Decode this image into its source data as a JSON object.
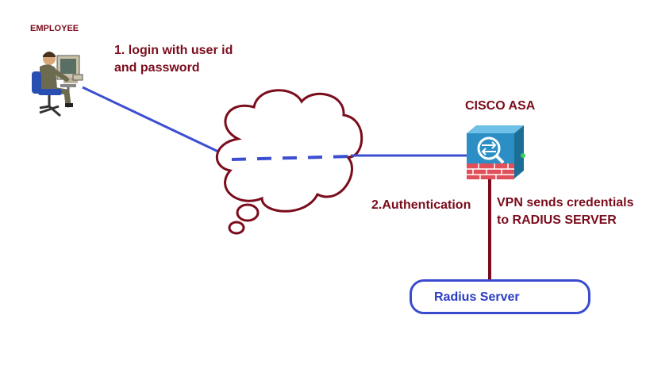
{
  "employee": {
    "label": "EMPLOYEE",
    "icon": "user-at-computer-icon"
  },
  "step1": {
    "line1": "1. login with user id",
    "line2": "and password"
  },
  "internet": {
    "icon": "cloud-icon"
  },
  "asa": {
    "label": "CISCO ASA",
    "icon": "cisco-asa-firewall-icon"
  },
  "step2": {
    "label": "2.Authentication"
  },
  "vpn_note": {
    "line1": "VPN sends credentials",
    "line2": "to RADIUS SERVER"
  },
  "radius": {
    "label": "Radius Server"
  },
  "colors": {
    "link_blue": "#3d4fd1",
    "text_maroon": "#7b0c1c",
    "server_link": "#7b0c1c"
  }
}
